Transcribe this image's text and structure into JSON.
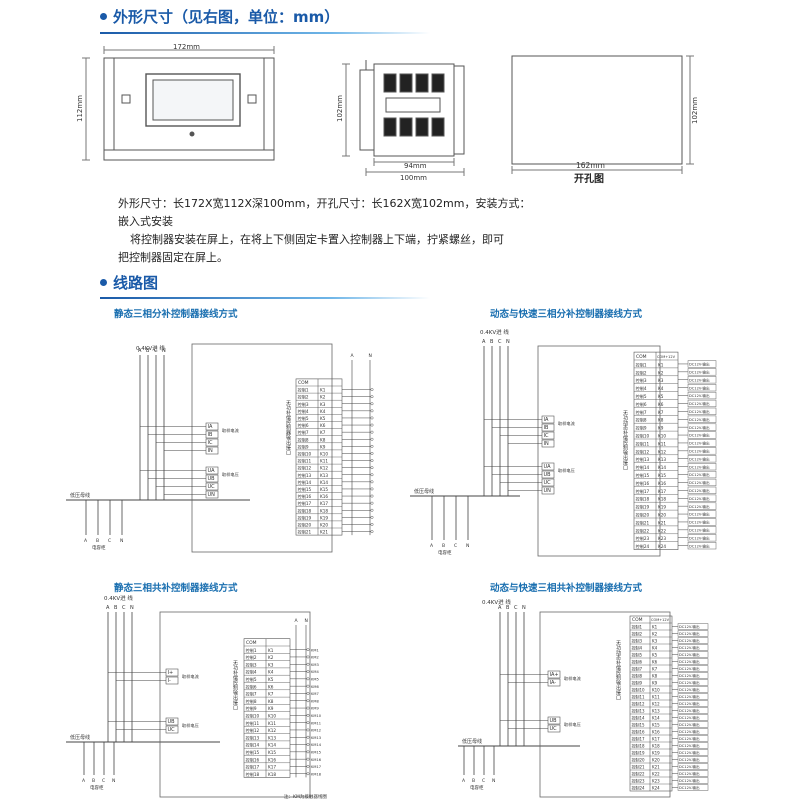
{
  "headings": {
    "dimensions": "外形尺寸（见右图，单位：mm）",
    "wiring": "线路图"
  },
  "drawings": {
    "front_width": "172mm",
    "front_height": "112mm",
    "side_height": "102mm",
    "side_inner_width": "94mm",
    "side_outer_width": "100mm",
    "cutout_width": "162mm",
    "cutout_height": "102mm",
    "cutout_label": "开孔图"
  },
  "description": {
    "line1": "外形尺寸：长172X宽112X深100mm，开孔尺寸：长162X宽102mm，安装方式：",
    "line2": "嵌入式安装",
    "line3": "将控制器安装在屏上，在将上下侧固定卡置入控制器上下端，拧紧螺丝，即可",
    "line4": "把控制器固定在屏上。"
  },
  "diagrams": [
    {
      "title": "静态三相分补控制器接线方式",
      "incoming": "0.4KV进 线",
      "busbar": "低压母线",
      "phases": [
        "A",
        "B",
        "C",
        "N"
      ],
      "phase_label": "电容柜",
      "controller_text": "无功补偿控制器输出接口",
      "com": "COM",
      "outputs": [
        "控制1",
        "控制2",
        "控制3",
        "控制4",
        "控制5",
        "控制6",
        "控制7",
        "控制8",
        "控制9",
        "控制10",
        "控制11",
        "控制12",
        "控制13",
        "控制14",
        "控制15",
        "控制16",
        "控制17",
        "控制18",
        "控制19",
        "控制20",
        "控制21"
      ],
      "ks": [
        "K1",
        "K2",
        "K3",
        "K4",
        "K5",
        "K6",
        "K7",
        "K8",
        "K9",
        "K10",
        "K11",
        "K12",
        "K13",
        "K14",
        "K15",
        "K16",
        "K17",
        "K18",
        "K19",
        "K20",
        "K21"
      ],
      "current_inputs": [
        "IA",
        "IB",
        "IC",
        "IN"
      ],
      "voltage_inputs": [
        "UA",
        "UB",
        "UC",
        "UN"
      ],
      "current_label": "取样电流",
      "voltage_label": "取样电压"
    },
    {
      "title": "动态与快速三相分补控制器接线方式",
      "incoming": "0.4KV进 线",
      "busbar": "低压母线",
      "phases": [
        "A",
        "B",
        "C",
        "N"
      ],
      "phase_label": "电容柜",
      "controller_text": "无功动态补偿控制输出接口",
      "com": "COM",
      "com_right": "COM+12V",
      "outputs": [
        "控制1",
        "控制2",
        "控制3",
        "控制4",
        "控制5",
        "控制6",
        "控制7",
        "控制8",
        "控制9",
        "控制10",
        "控制11",
        "控制12",
        "控制13",
        "控制14",
        "控制15",
        "控制16",
        "控制17",
        "控制18",
        "控制19",
        "控制20",
        "控制21",
        "控制22",
        "控制23",
        "控制24"
      ],
      "ks": [
        "K1",
        "K2",
        "K3",
        "K4",
        "K5",
        "K6",
        "K7",
        "K8",
        "K9",
        "K10",
        "K11",
        "K12",
        "K13",
        "K14",
        "K15",
        "K16",
        "K17",
        "K18",
        "K19",
        "K20",
        "K21",
        "K22",
        "K23",
        "K24"
      ],
      "dc_label": "DC12V-输出",
      "current_inputs": [
        "IA",
        "IB",
        "IC",
        "IN"
      ],
      "voltage_inputs": [
        "UA",
        "UB",
        "UC",
        "UN"
      ],
      "current_label": "取样电流",
      "voltage_label": "取样电压"
    },
    {
      "title": "静态三相共补控制器接线方式",
      "incoming": "0.4KV进 线",
      "busbar": "低压母线",
      "phases": [
        "A",
        "B",
        "C",
        "N"
      ],
      "phase_label": "电容柜",
      "controller_text": "无功补偿控制输出接口",
      "com": "COM",
      "outputs": [
        "控制1",
        "控制2",
        "控制3",
        "控制4",
        "控制5",
        "控制6",
        "控制7",
        "控制8",
        "控制9",
        "控制10",
        "控制11",
        "控制12",
        "控制13",
        "控制14",
        "控制15",
        "控制16",
        "控制17",
        "控制18"
      ],
      "ks": [
        "K1",
        "K2",
        "K3",
        "K4",
        "K5",
        "K6",
        "K7",
        "K8",
        "K9",
        "K10",
        "K11",
        "K12",
        "K13",
        "K14",
        "K15",
        "K16",
        "K17",
        "K18"
      ],
      "km_label": "KM",
      "current_inputs": [
        "I+",
        "I-"
      ],
      "voltage_inputs": [
        "UB",
        "UC"
      ],
      "current_label": "取样电流",
      "voltage_label": "取样电压",
      "note": "注：KM为接触器线圈"
    },
    {
      "title": "动态与快速三相共补控制器接线方式",
      "incoming": "0.4KV进 线",
      "busbar": "低压母线",
      "phases": [
        "A",
        "B",
        "C",
        "N"
      ],
      "phase_label": "电容柜",
      "controller_text": "无功动态补偿控制输出接口",
      "com": "COM",
      "com_right": "COM+12V",
      "outputs": [
        "控制1",
        "控制2",
        "控制3",
        "控制4",
        "控制5",
        "控制6",
        "控制7",
        "控制8",
        "控制9",
        "控制10",
        "控制11",
        "控制12",
        "控制13",
        "控制14",
        "控制15",
        "控制16",
        "控制17",
        "控制18",
        "控制19",
        "控制20",
        "控制21",
        "控制22",
        "控制23",
        "控制24"
      ],
      "ks": [
        "K1",
        "K2",
        "K3",
        "K4",
        "K5",
        "K6",
        "K7",
        "K8",
        "K9",
        "K10",
        "K11",
        "K12",
        "K13",
        "K14",
        "K15",
        "K16",
        "K17",
        "K18",
        "K19",
        "K20",
        "K21",
        "K22",
        "K23",
        "K24"
      ],
      "dc_label": "DC12V-输出",
      "current_inputs": [
        "IA+",
        "IA-"
      ],
      "voltage_inputs": [
        "UB",
        "UC"
      ],
      "current_label": "取样电流",
      "voltage_label": "取样电压"
    }
  ],
  "colors": {
    "accent": "#1a5aa8",
    "line": "#333333",
    "light": "#888888"
  }
}
